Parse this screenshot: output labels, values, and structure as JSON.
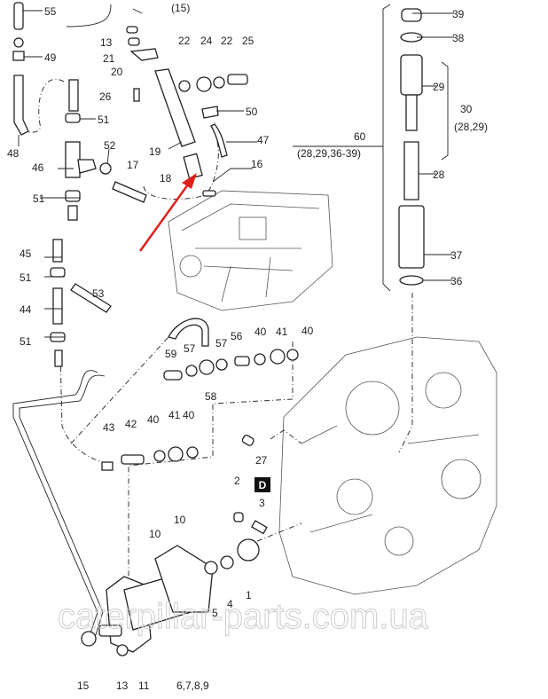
{
  "labels": {
    "l55": "55",
    "l15a": "(15)",
    "l13a": "13",
    "l21": "21",
    "l20": "20",
    "l49": "49",
    "l22a": "22",
    "l24": "24",
    "l22b": "22",
    "l25": "25",
    "l26": "26",
    "l51a": "51",
    "l50": "50",
    "l48": "48",
    "l52": "52",
    "l19": "19",
    "l47": "47",
    "l46": "46",
    "l17": "17",
    "l18": "18",
    "l16": "16",
    "l51b": "51",
    "l45": "45",
    "l51c": "51",
    "l53": "53",
    "l44": "44",
    "l51d": "51",
    "l59": "59",
    "l57a": "57",
    "l57b": "57",
    "l56": "56",
    "l40a": "40",
    "l41a": "41",
    "l40b": "40",
    "l58": "58",
    "l43": "43",
    "l42": "42",
    "l40c": "40",
    "l41b": "41",
    "l40d": "40",
    "l27": "27",
    "l2": "2",
    "lD": "D",
    "l3": "3",
    "l10a": "10",
    "l10b": "10",
    "l5": "5",
    "l4": "4",
    "l1": "1",
    "l15b": "15",
    "l13b": "13",
    "l11": "11",
    "l6789": "6,7,8,9",
    "l39": "39",
    "l38": "38",
    "l29": "29",
    "l30": "30",
    "l2829": "(28,29)",
    "l60": "60",
    "l60b": "(28,29,36-39)",
    "l28": "28",
    "l37": "37",
    "l36": "36"
  },
  "watermark": "caterpillar-parts.com.ua",
  "colors": {
    "arrow": "#e0201c",
    "line": "#222222"
  }
}
